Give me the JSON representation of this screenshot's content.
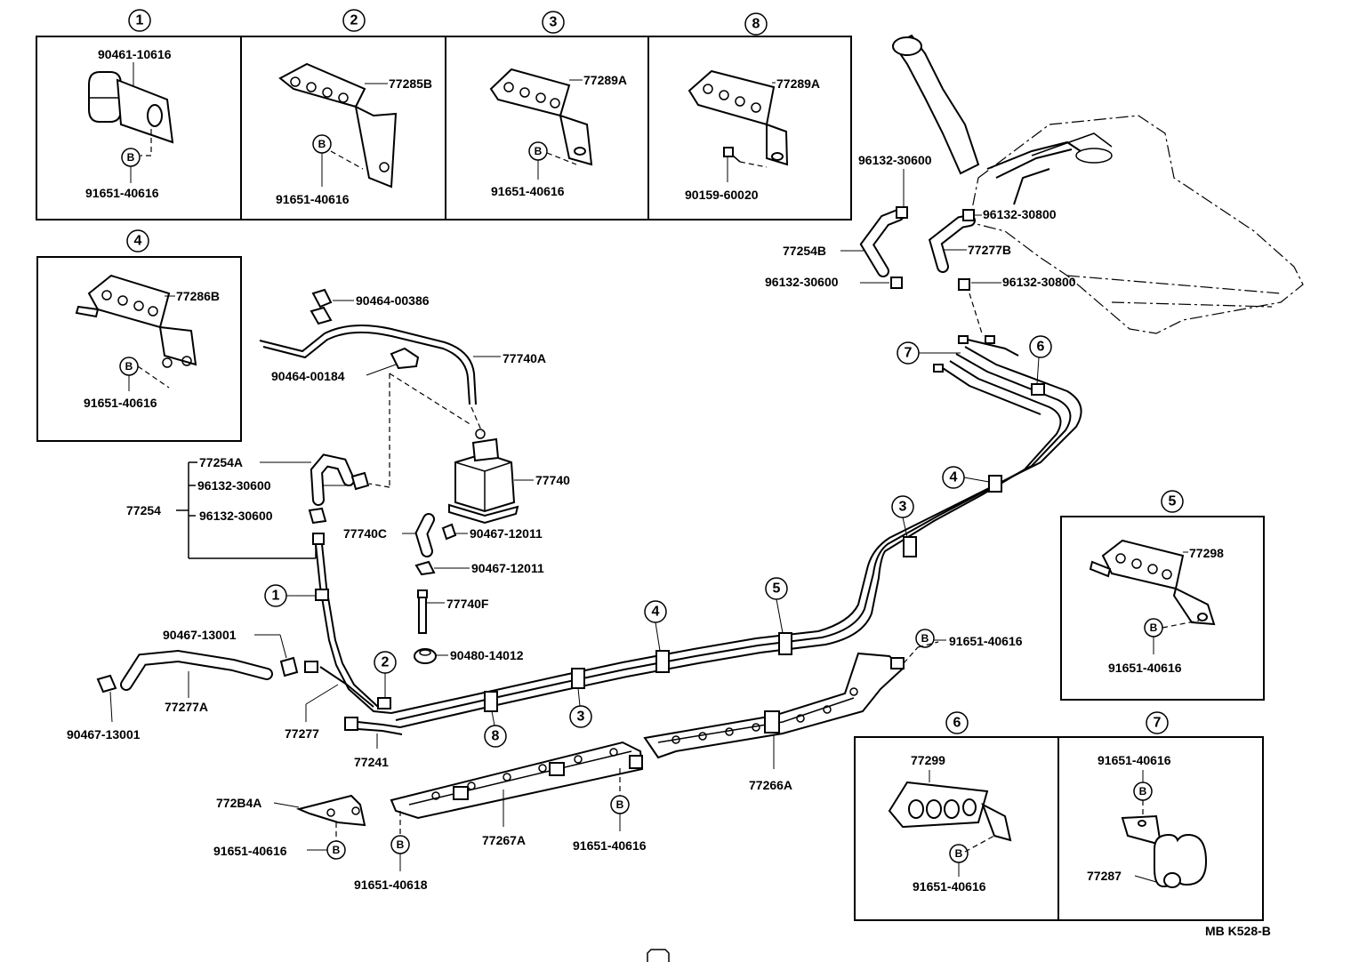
{
  "drawing_code": "MB K528-B",
  "circled_b": "B",
  "panels": [
    {
      "id": "p1",
      "num": "1",
      "labels": [
        "90461-10616",
        "91651-40616"
      ]
    },
    {
      "id": "p2",
      "num": "2",
      "labels": [
        "77285B",
        "91651-40616"
      ]
    },
    {
      "id": "p3",
      "num": "3",
      "labels": [
        "77289A",
        "91651-40616"
      ]
    },
    {
      "id": "p8",
      "num": "8",
      "labels": [
        "77289A",
        "90159-60020"
      ]
    },
    {
      "id": "p4",
      "num": "4",
      "labels": [
        "77286B",
        "91651-40616"
      ]
    },
    {
      "id": "p5",
      "num": "5",
      "labels": [
        "77298",
        "91651-40616"
      ]
    },
    {
      "id": "p6",
      "num": "6",
      "labels": [
        "77299",
        "91651-40616"
      ]
    },
    {
      "id": "p7",
      "num": "7",
      "labels": [
        "91651-40616",
        "77287"
      ]
    }
  ],
  "main_labels": [
    "90464-00386",
    "77740A",
    "90464-00184",
    "77254A",
    "96132-30600",
    "77254",
    "96132-30600",
    "77740",
    "77740C",
    "90467-12011",
    "90467-12011",
    "77740F",
    "90480-14012",
    "90467-13001",
    "77277A",
    "90467-13001",
    "77277",
    "77241",
    "772B4A",
    "91651-40616",
    "91651-40618",
    "77267A",
    "91651-40616",
    "77266A",
    "91651-40616",
    "96132-30600",
    "77254B",
    "96132-30600",
    "96132-30800",
    "77277B",
    "96132-30800"
  ],
  "clamp_markers": [
    "1",
    "2",
    "8",
    "3",
    "4",
    "5",
    "3",
    "4",
    "6",
    "7"
  ]
}
